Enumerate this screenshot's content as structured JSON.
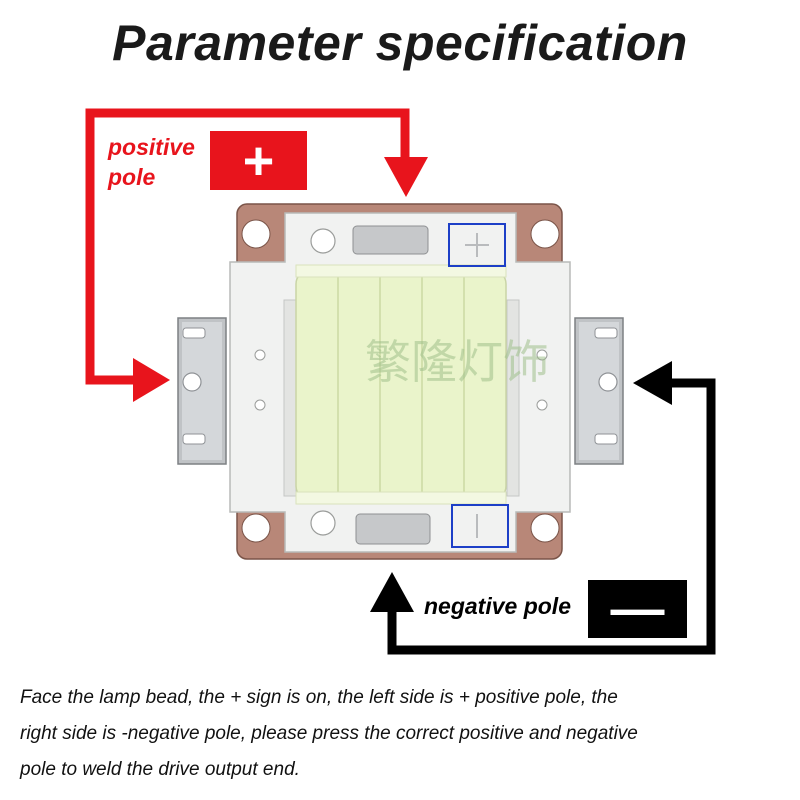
{
  "title": "Parameter specification",
  "positive": {
    "label_line1": "positive",
    "label_line2": "pole",
    "sign": "+"
  },
  "negative": {
    "label": "negative pole",
    "sign": "—"
  },
  "watermark": "繁隆灯饰",
  "description": {
    "line1": "Face the lamp bead, the + sign is on, the left side is + positive pole, the",
    "line2": "right side is -negative pole, please press the correct positive and negative",
    "line3": "pole to weld the drive output end."
  },
  "colors": {
    "positive": "#e8141c",
    "negative": "#000000",
    "marker_box": "#1d3fc7",
    "led_surface": "#e9f5c9"
  }
}
